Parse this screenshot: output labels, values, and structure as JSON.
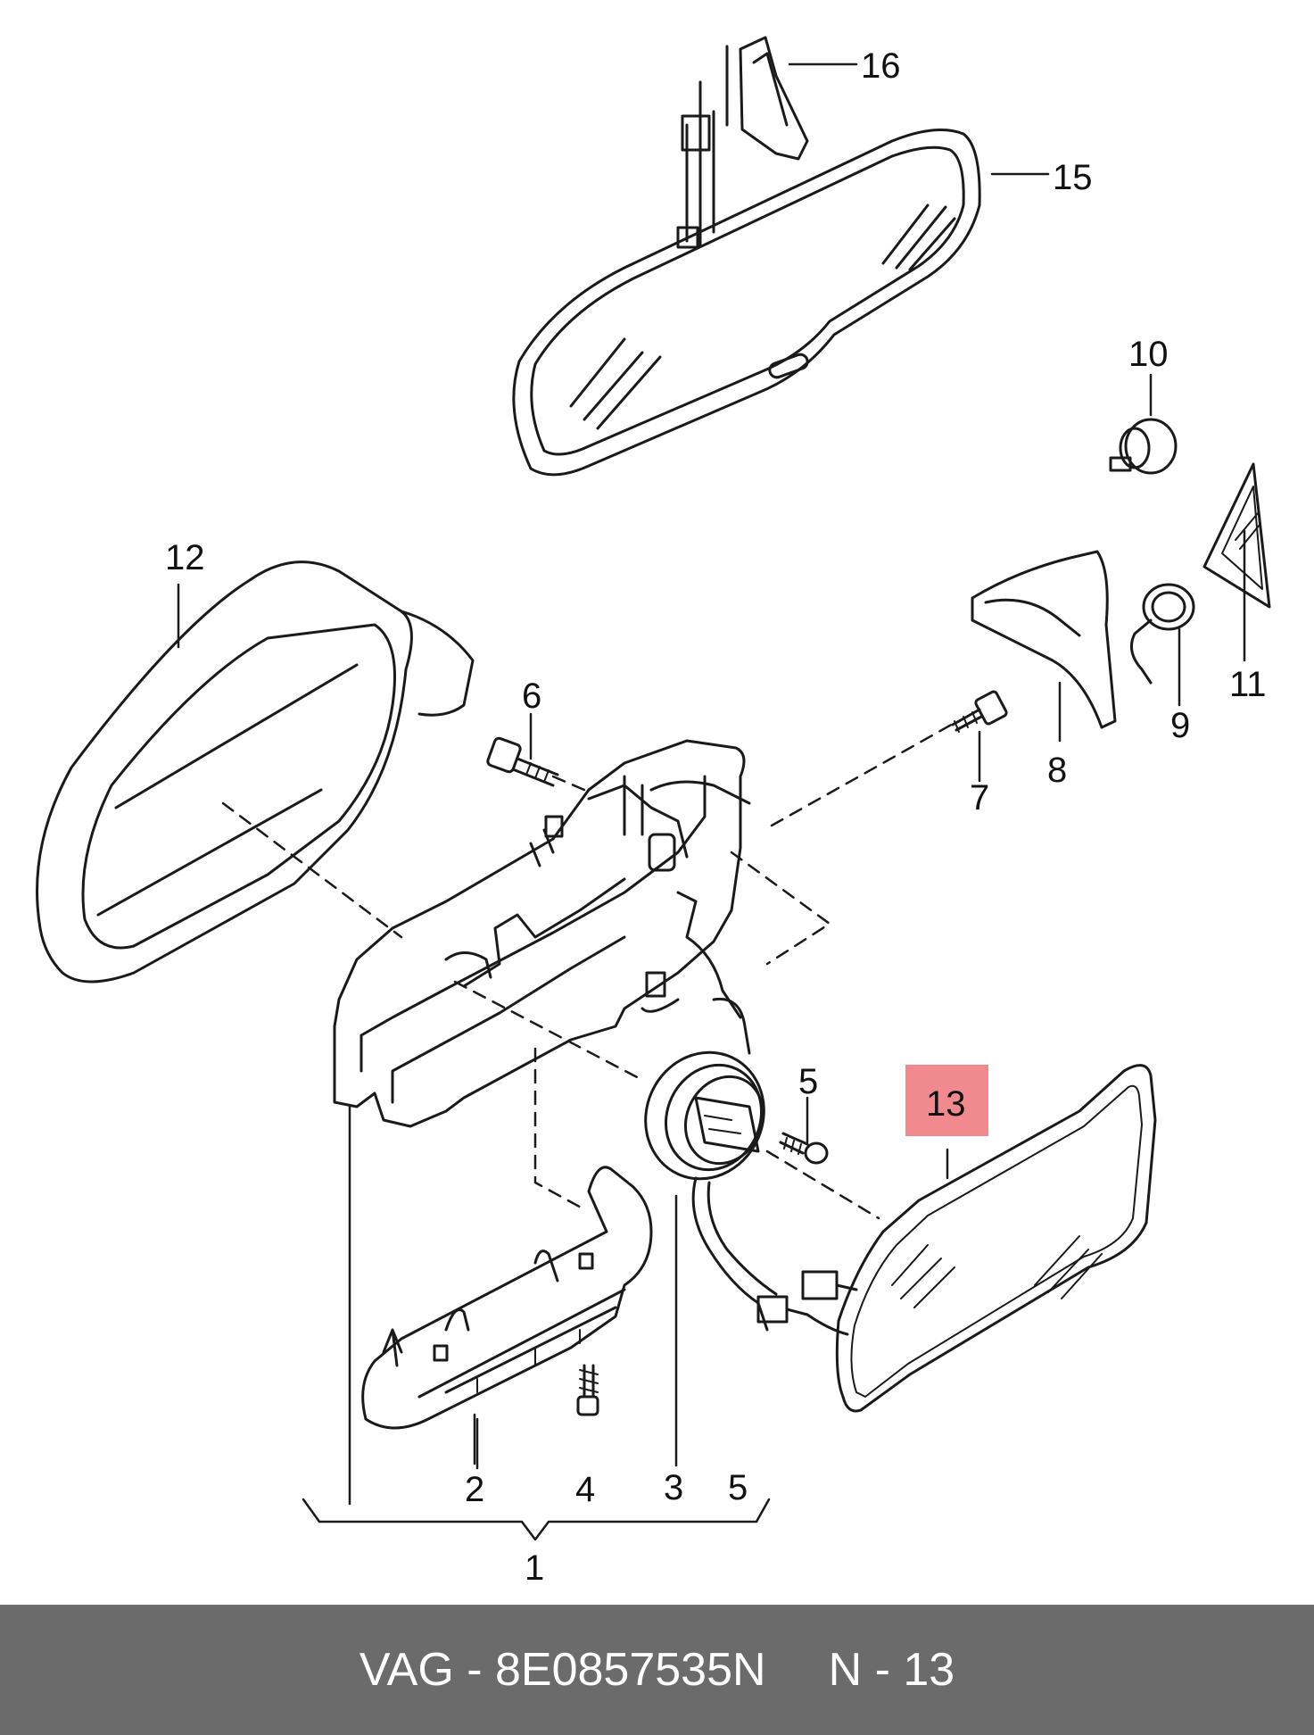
{
  "colors": {
    "background": "#ffffff",
    "line": "#1a1a1a",
    "highlight": "#f08a8f",
    "footer_bg": "#6b6b6b",
    "footer_text": "#ffffff"
  },
  "callouts": {
    "c1": "1",
    "c2": "2",
    "c3": "3",
    "c4": "4",
    "c5a": "5",
    "c5b": "5",
    "c6": "6",
    "c7": "7",
    "c8": "8",
    "c9": "9",
    "c10": "10",
    "c11": "11",
    "c12": "12",
    "c13": "13",
    "c15": "15",
    "c16": "16"
  },
  "highlighted_callout": "13",
  "footer": {
    "part_number": "VAG - 8E0857535N",
    "diagram_ref": "N - 13"
  }
}
